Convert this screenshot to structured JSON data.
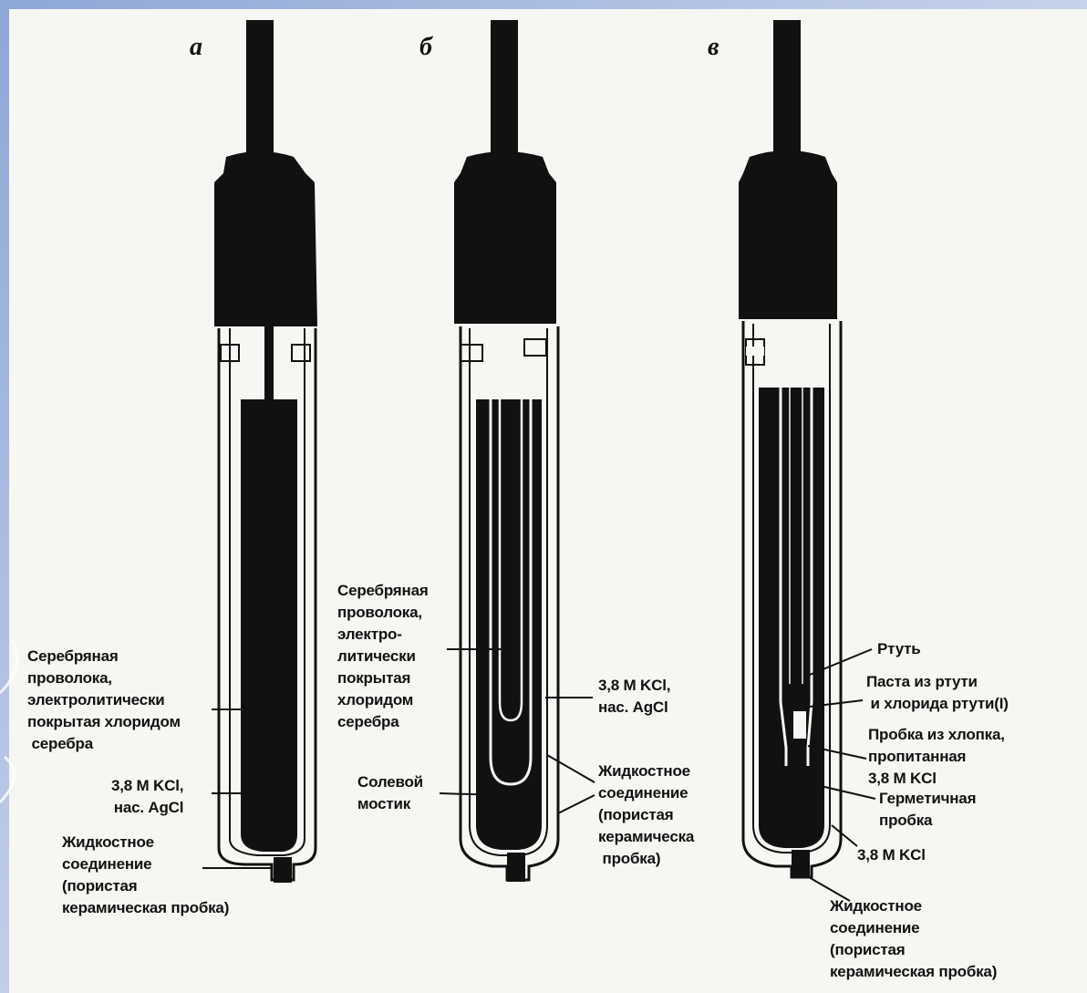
{
  "panels": [
    {
      "letter": "а",
      "labels": {
        "wire": "Серебряная\nпроволока,\nэлектролитически\nпокрытая хлоридом\n серебра",
        "electrolyte": "3,8 M KCl,\nнас. AgCl",
        "junction": "Жидкостное\nсоединение\n(пористая\nкерамическая пробка)"
      }
    },
    {
      "letter": "б",
      "labels": {
        "wire": "Серебряная\nпроволока,\nэлектро-\nлитически\nпокрытая\nхлоридом\nсеребра",
        "electrolyte": "3,8 M KCl,\nнас. AgCl",
        "bridge": "Солевой\nмостик",
        "junction": "Жидкостное\nсоединение\n(пористая\nкерамическа\n пробка)"
      }
    },
    {
      "letter": "в",
      "labels": {
        "mercury": "Ртуть",
        "paste": "Паста из ртути\n и хлорида ртути(I)",
        "plug": "Пробка из хлопка,\nпропитанная\n3,8 M KCl",
        "seal": "Герметичная\nпробка",
        "electrolyte": "3,8 M KCl",
        "junction": "Жидкостное\nсоединение\n(пористая\nкерамическая пробка)"
      }
    }
  ],
  "colors": {
    "ink": "#111111",
    "paper": "#f6f6f3",
    "frame": "#8ea7d6"
  }
}
